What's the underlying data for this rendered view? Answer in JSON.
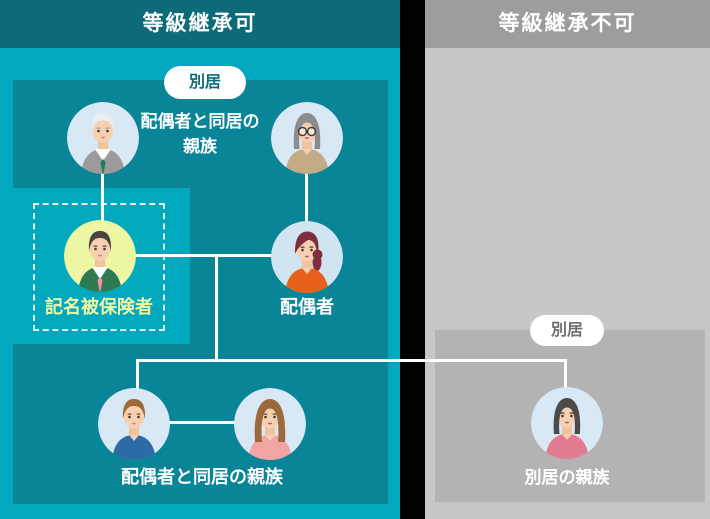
{
  "left_section": {
    "header": "等級継承可",
    "separate_badge": "別居",
    "parents_label": "配偶者と同居の親族",
    "insured_label": "記名被保険者",
    "spouse_label": "配偶者",
    "children_label": "配偶者と同居の親族"
  },
  "right_section": {
    "header": "等級継承不可",
    "separate_badge": "別居",
    "relative_label": "別居の親族"
  },
  "icons": {
    "left_avatars": [
      "grandfather-avatar",
      "grandmother-avatar",
      "insured-man-avatar",
      "spouse-woman-avatar",
      "young-man-avatar",
      "young-woman-avatar"
    ],
    "right_avatars": [
      "separated-relative-woman-avatar"
    ]
  },
  "colors": {
    "left_header_bg": "#0d6b79",
    "left_body_bg": "#01a8be",
    "left_panel_bg": "#0a8598",
    "right_header_bg": "#9d9d9d",
    "right_body_bg": "#c7c7c7",
    "right_panel_bg": "#b3b3b3",
    "insured_highlight_circle": "#edf6a3",
    "insured_label_text": "#f0f7a6",
    "connector_line": "#ffffff",
    "divider": "#000000",
    "avatar_circle_bg": "#d9e8f5"
  }
}
